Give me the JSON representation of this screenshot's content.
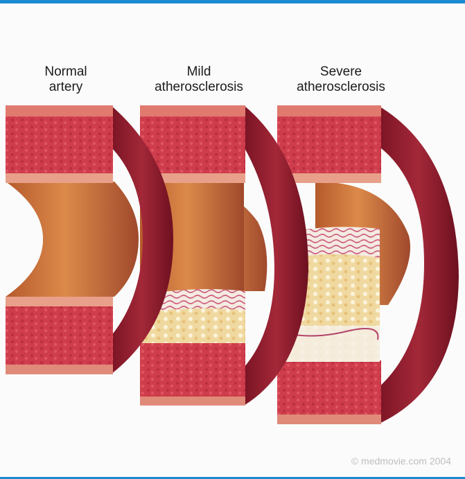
{
  "labels": {
    "normal": [
      "Normal",
      "artery"
    ],
    "mild": [
      "Mild",
      "atherosclerosis"
    ],
    "severe": [
      "Severe",
      "atherosclerosis"
    ]
  },
  "credit": "© medmovie.com 2004",
  "colors": {
    "border": "#1a8bd0",
    "wall": "#d2424f",
    "wall_dark": "#8b1c2c",
    "lumen": "#c9743c",
    "intima": "#e8a9a0",
    "plaque": "#f2e2a8",
    "plaque_white": "#f7f3ee"
  }
}
